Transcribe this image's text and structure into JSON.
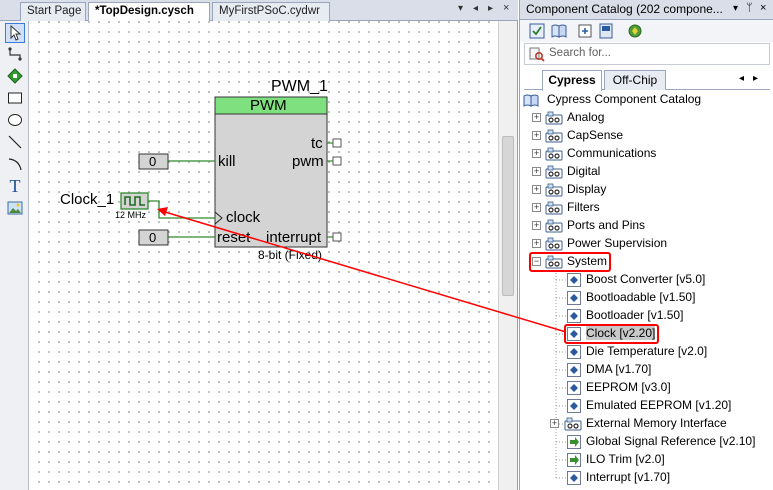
{
  "editor": {
    "tabs": [
      {
        "label": "Start Page",
        "active": false
      },
      {
        "label": "*TopDesign.cysch",
        "active": true
      },
      {
        "label": "MyFirstPSoC.cydwr",
        "active": false
      }
    ],
    "tab_controls": [
      "▾",
      "◂",
      "▸",
      "×"
    ],
    "tools": [
      "select-arrow-icon",
      "wire-icon",
      "component-icon",
      "rectangle-icon",
      "ellipse-icon",
      "line-icon",
      "arc-icon",
      "text-icon",
      "image-icon"
    ],
    "text_tool_glyph": "T"
  },
  "schematic": {
    "pwm_instance": "PWM_1",
    "pwm_header": "PWM",
    "pin_tc": "tc",
    "pin_pwm": "pwm",
    "pin_kill": "kill",
    "pin_clock": "clock",
    "pin_reset": "reset",
    "pin_interrupt": "interrupt",
    "pwm_footer": "8-bit (Fixed)",
    "kill_const": "0",
    "reset_const": "0",
    "clock_instance": "Clock_1",
    "clock_freq": "12 MHz",
    "colors": {
      "pwm_header": "#7fe07f",
      "pwm_body": "#d4d4d4",
      "wire": "#2e8b2e",
      "arrow": "#ff0000"
    }
  },
  "catalog": {
    "title": "Component Catalog (202 compone...",
    "header_controls": [
      "▾",
      "ᛘ",
      "×"
    ],
    "toolbar_icons": [
      "catalog-view-icon",
      "datasheet-icon",
      "add-icon",
      "library-icon",
      "refresh-icon"
    ],
    "search_placeholder": "Search for...",
    "tabs": [
      {
        "label": "Cypress",
        "active": true
      },
      {
        "label": "Off-Chip",
        "active": false
      }
    ],
    "tab_nav": [
      "◂",
      "▸"
    ],
    "root": "Cypress Component Catalog",
    "categories": [
      "Analog",
      "CapSense",
      "Communications",
      "Digital",
      "Display",
      "Filters",
      "Ports and Pins",
      "Power Supervision"
    ],
    "system": {
      "label": "System",
      "children": [
        "Boost Converter [v5.0]",
        "Bootloadable [v1.50]",
        "Bootloader [v1.50]",
        "Clock [v2.20]",
        "Die Temperature [v2.0]",
        "DMA [v1.70]",
        "EEPROM [v3.0]",
        "Emulated EEPROM [v1.20]",
        "External Memory Interface",
        "Global Signal Reference [v2.10]",
        "ILO Trim [v2.0]",
        "Interrupt [v1.70]"
      ]
    }
  }
}
